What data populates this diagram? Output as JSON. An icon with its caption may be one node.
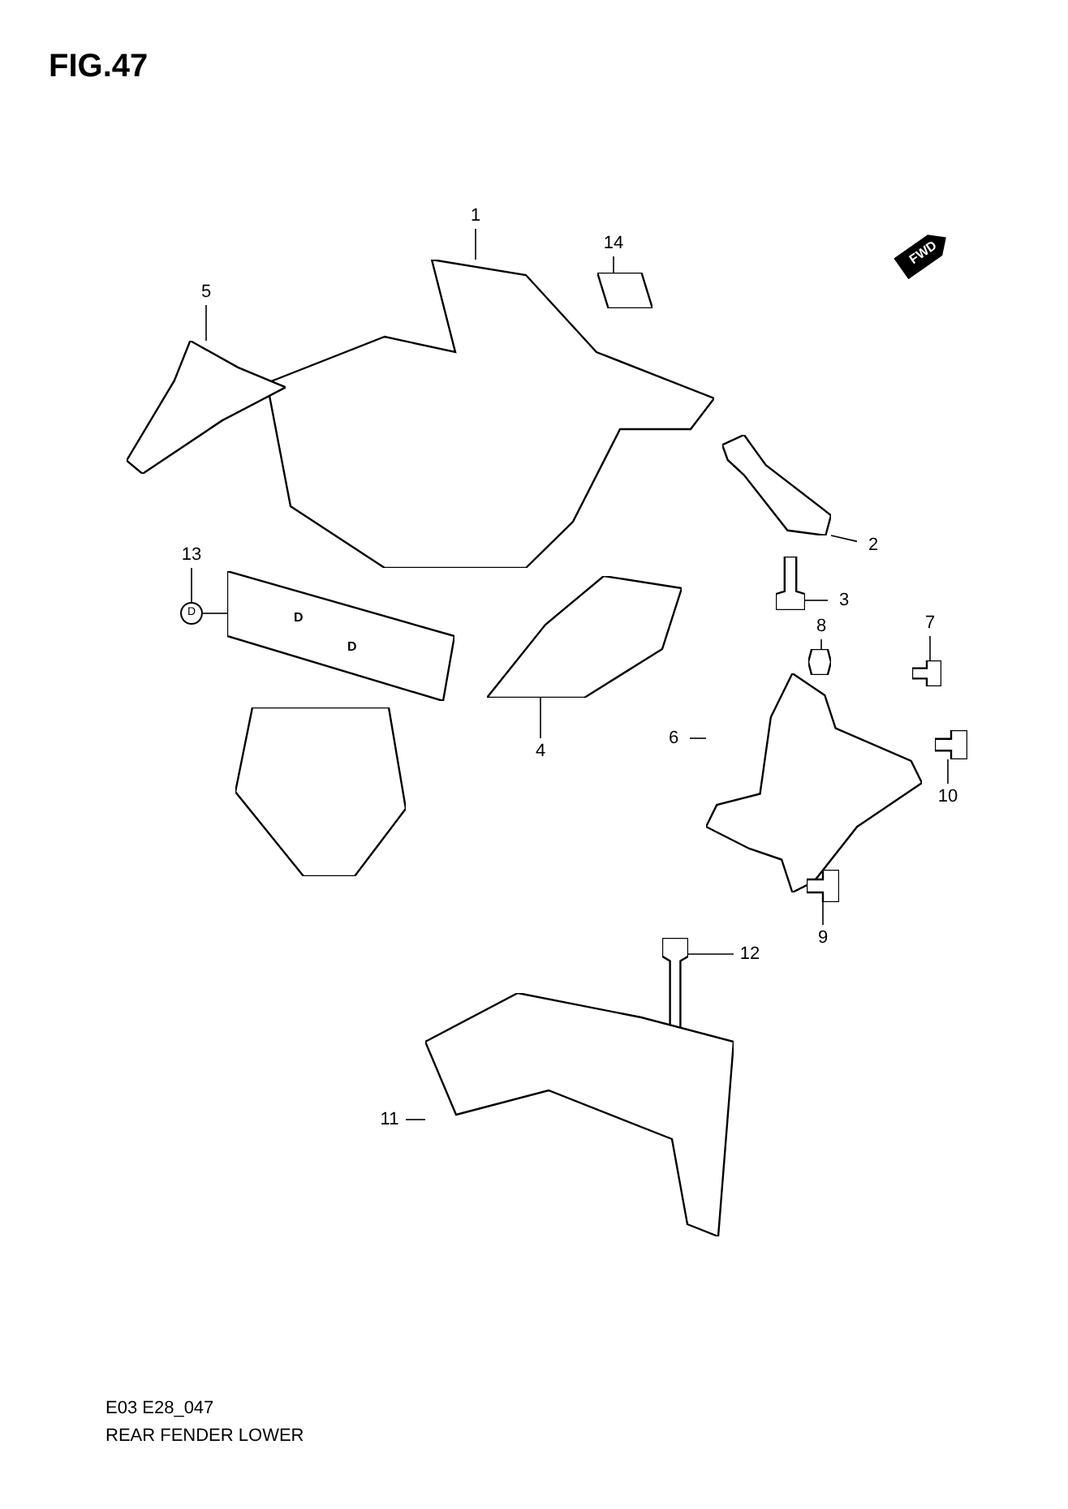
{
  "diagram": {
    "title": "FIG.47",
    "nodes": [
      {
        "text": [
          "1"
        ]
      },
      {
        "text": [
          "14"
        ]
      },
      {
        "text": [
          "5"
        ]
      },
      {
        "text": [
          "2"
        ]
      },
      {
        "text": [
          "13"
        ]
      },
      {
        "text": [
          "D"
        ]
      },
      {
        "text": [
          "3"
        ]
      },
      {
        "text": [
          "8"
        ]
      },
      {
        "text": [
          "7"
        ]
      },
      {
        "text": [
          "4"
        ]
      },
      {
        "text": [
          "6"
        ]
      },
      {
        "text": [
          "10"
        ]
      },
      {
        "text": [
          "9"
        ]
      },
      {
        "text": [
          "12"
        ]
      },
      {
        "text": [
          "11"
        ]
      },
      {
        "text": [],
        "shape": "picture"
      },
      {
        "text": [],
        "shape": "picture"
      },
      {
        "text": [],
        "shape": "picture"
      },
      {
        "text": [],
        "shape": "picture"
      },
      {
        "text": [],
        "shape": "picture"
      },
      {
        "text": [],
        "shape": "picture"
      },
      {
        "text": [],
        "shape": "picture"
      },
      {
        "text": [],
        "shape": "picture"
      },
      {
        "text": [],
        "shape": "picture"
      },
      {
        "text": [],
        "shape": "picture"
      },
      {
        "text": [],
        "shape": "picture"
      },
      {
        "text": [],
        "shape": "picture"
      },
      {
        "text": [],
        "shape": "picture"
      },
      {
        "text": [],
        "shape": "picture"
      },
      {
        "text": [],
        "shape": "picture"
      }
    ],
    "edges": [
      {
        "from": 0,
        "to": 15,
        "arrow": "none"
      },
      {
        "from": 1,
        "to": 16,
        "arrow": "none"
      },
      {
        "from": 2,
        "to": 17,
        "arrow": "none"
      },
      {
        "from": 3,
        "to": 18,
        "arrow": "none"
      },
      {
        "from": 4,
        "to": 5,
        "arrow": "none"
      },
      {
        "from": 5,
        "to": 19,
        "arrow": "none"
      },
      {
        "from": 6,
        "to": 21,
        "arrow": "none"
      },
      {
        "from": 7,
        "to": 22,
        "arrow": "none"
      },
      {
        "from": 8,
        "to": 23,
        "arrow": "none"
      },
      {
        "from": 9,
        "to": 24,
        "arrow": "none"
      },
      {
        "from": 10,
        "to": 25,
        "arrow": "none"
      },
      {
        "from": 11,
        "to": 26,
        "arrow": "none"
      },
      {
        "from": 12,
        "to": 27,
        "arrow": "none"
      },
      {
        "from": 13,
        "to": 28,
        "arrow": "none"
      },
      {
        "from": 14,
        "to": 29,
        "arrow": "none"
      }
    ],
    "labels": [
      "FWD",
      "D",
      "D",
      "E03 E28_047",
      "REAR FENDER LOWER"
    ]
  }
}
